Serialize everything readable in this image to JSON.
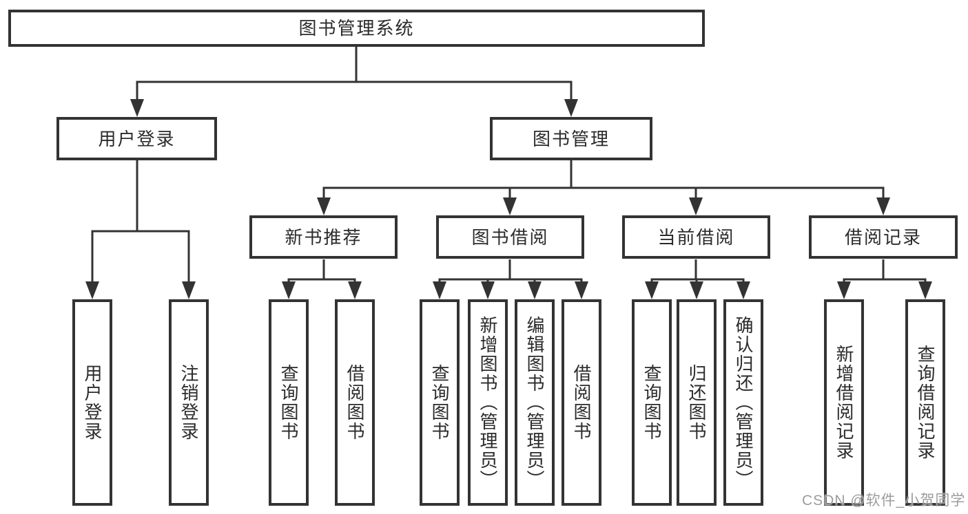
{
  "diagram": {
    "root": {
      "label": "图书管理系统"
    },
    "branches": [
      {
        "label": "用户登录",
        "children": [
          {
            "label": "用户登录"
          },
          {
            "label": "注销登录"
          }
        ]
      },
      {
        "label": "图书管理",
        "children": [
          {
            "label": "新书推荐",
            "children": [
              {
                "label": "查询图书"
              },
              {
                "label": "借阅图书"
              }
            ]
          },
          {
            "label": "图书借阅",
            "children": [
              {
                "label": "查询图书"
              },
              {
                "label": "新增图书（管理员）"
              },
              {
                "label": "编辑图书（管理员）"
              },
              {
                "label": "借阅图书"
              }
            ]
          },
          {
            "label": "当前借阅",
            "children": [
              {
                "label": "查询图书"
              },
              {
                "label": "归还图书"
              },
              {
                "label": "确认归还（管理员）"
              }
            ]
          },
          {
            "label": "借阅记录",
            "children": [
              {
                "label": "新增借阅记录"
              },
              {
                "label": "查询借阅记录"
              }
            ]
          }
        ]
      }
    ]
  },
  "watermark": {
    "text": "CSDN @软件_小贺同学"
  },
  "colors": {
    "line": "#333333",
    "box_border": "#333333",
    "text": "#2b2b2b",
    "watermark": "#9c9c9c",
    "background": "#ffffff"
  }
}
